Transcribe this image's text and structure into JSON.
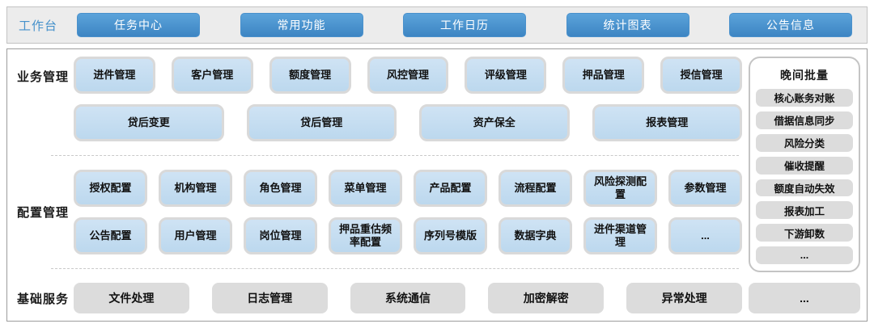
{
  "workbench": {
    "label": "工作台",
    "buttons": [
      "任务中心",
      "常用功能",
      "工作日历",
      "统计图表",
      "公告信息"
    ]
  },
  "sections": {
    "business": {
      "label": "业务管理",
      "row1": [
        "进件管理",
        "客户管理",
        "额度管理",
        "风控管理",
        "评级管理",
        "押品管理",
        "授信管理"
      ],
      "row2": [
        "贷后变更",
        "贷后管理",
        "资产保全",
        "报表管理"
      ]
    },
    "config": {
      "label": "配置管理",
      "row1": [
        "授权配置",
        "机构管理",
        "角色管理",
        "菜单管理",
        "产品配置",
        "流程配置",
        "风险探测配置",
        "参数管理"
      ],
      "row2": [
        "公告配置",
        "用户管理",
        "岗位管理",
        "押品重估频率配置",
        "序列号模版",
        "数据字典",
        "进件渠道管理",
        "..."
      ]
    },
    "base": {
      "label": "基础服务",
      "items": [
        "文件处理",
        "日志管理",
        "系统通信",
        "加密解密",
        "异常处理"
      ],
      "more": "..."
    }
  },
  "night_batch": {
    "title": "晚间批量",
    "items": [
      "核心账务对账",
      "借据信息同步",
      "风险分类",
      "催收提醒",
      "额度自动失效",
      "报表加工",
      "下游卸数",
      "..."
    ]
  },
  "colors": {
    "accent_blue": "#4591cb",
    "top_button_gradient_top": "#5ba3da",
    "top_button_gradient_bottom": "#3d85c3",
    "tile_blue_fill": "#c3ddf1",
    "tile_blue_border": "#d9d9d9",
    "tile_gray_fill": "#dcdcdc",
    "panel_border": "#9c9c9c",
    "topbar_background": "#ececec"
  }
}
